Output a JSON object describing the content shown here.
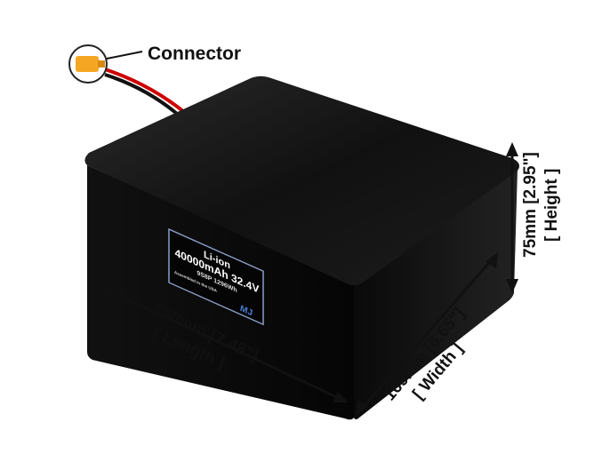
{
  "callout": {
    "connector": "Connector"
  },
  "label": {
    "chemistry": "Li-ion",
    "capacity_voltage": "40000mAh 32.4V",
    "config_energy": "9S8P 1296Wh",
    "origin": "Assembled in the USA",
    "logo": "MJ"
  },
  "dimensions": {
    "length": "190mm [7.48\"]",
    "length_label": "[ Length ]",
    "width": "169mm [6.65\"]",
    "width_label": "[ Width ]",
    "height": "75mm [2.95\"]",
    "height_label": "[ Height ]"
  },
  "colors": {
    "connector": "#f5a623",
    "box": "#0a0a0a",
    "label_border": "#8aa0c8"
  }
}
